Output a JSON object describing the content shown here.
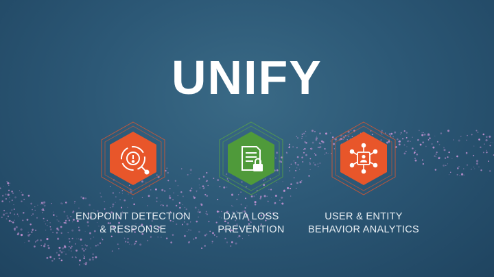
{
  "headline": "UNIFY",
  "products": [
    {
      "line1": "ENDPOINT DETECTION",
      "line2": "& RESPONSE",
      "icon": "target-alert-icon",
      "color": "#e8562a"
    },
    {
      "line1": "DATA LOSS",
      "line2": "PREVENTION",
      "icon": "document-lock-icon",
      "color": "#4f9a3a"
    },
    {
      "line1": "USER & ENTITY",
      "line2": "BEHAVIOR ANALYTICS",
      "icon": "user-network-icon",
      "color": "#e8562a"
    }
  ]
}
